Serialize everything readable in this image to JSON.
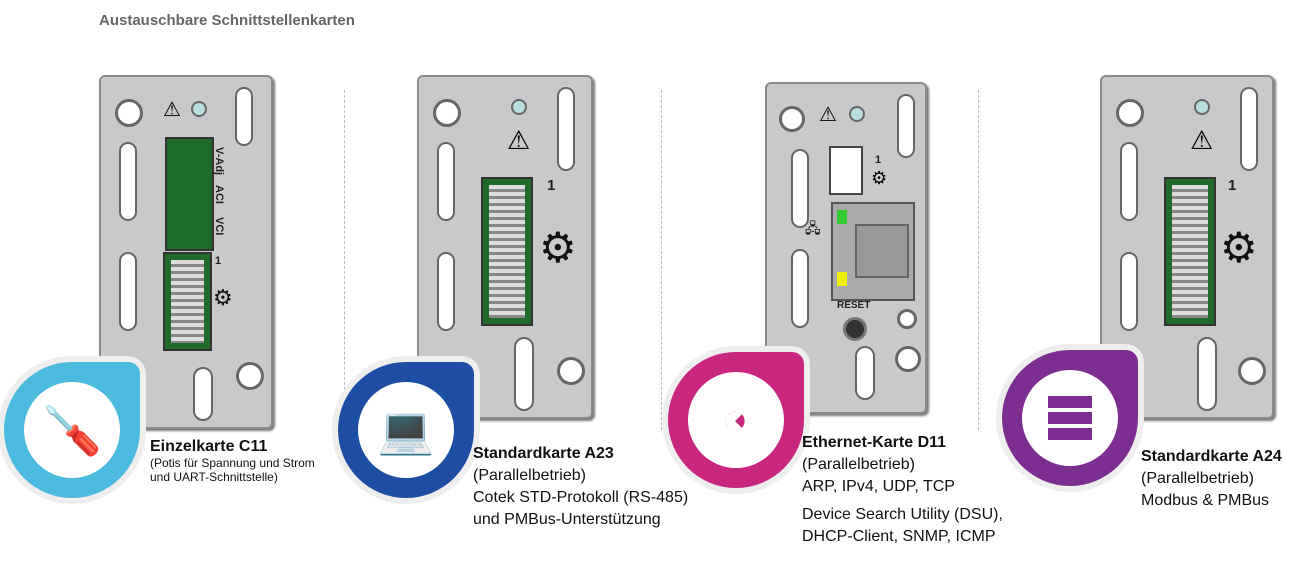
{
  "title": "Austauschbare Schnittstellenkarten",
  "colors": {
    "c11": "#4cb9de",
    "a23": "#1d4ea3",
    "d11": "#c9267f",
    "a24": "#7d2e91"
  },
  "cards": [
    {
      "name": "Einzelkarte C11",
      "lines": [
        "(Potis für Spannung und Strom",
        "und UART-Schnittstelle)"
      ],
      "icon": "screwdriver-icon",
      "panel": {
        "pots": [
          "V-Adj",
          "ACI",
          "VCI"
        ],
        "pin": "1"
      }
    },
    {
      "name": "Standardkarte A23",
      "lines": [
        "(Parallelbetrieb)",
        "Cotek STD-Protokoll (RS-485)",
        "und PMBus-Unterstützung"
      ],
      "icon": "laptop-icon",
      "panel": {
        "pin": "1"
      }
    },
    {
      "name": "Ethernet-Karte D11",
      "lines": [
        "(Parallelbetrieb)",
        "ARP, IPv4, UDP, TCP",
        "Device Search Utility (DSU),",
        "DHCP-Client, SNMP, ICMP"
      ],
      "icon": "wifi-icon",
      "panel": {
        "pin": "1",
        "reset": "RESET"
      }
    },
    {
      "name": "Standardkarte A24",
      "lines": [
        "(Parallelbetrieb)",
        "Modbus & PMBus"
      ],
      "icon": "server-icon",
      "panel": {
        "pin": "1"
      }
    }
  ]
}
